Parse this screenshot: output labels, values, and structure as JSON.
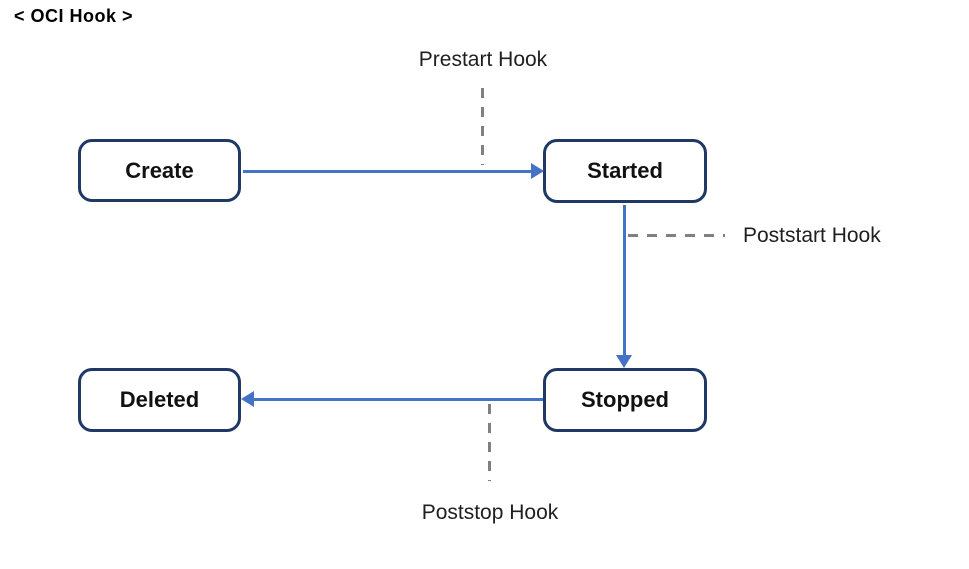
{
  "title": "< OCI Hook >",
  "colors": {
    "arrow": "#4472C4",
    "box_border": "#1F3864",
    "dash": "#808080",
    "text": "#1A1A1A",
    "bg": "#FFFFFF"
  },
  "nodes": [
    {
      "id": "create",
      "label": "Create"
    },
    {
      "id": "started",
      "label": "Started"
    },
    {
      "id": "stopped",
      "label": "Stopped"
    },
    {
      "id": "deleted",
      "label": "Deleted"
    }
  ],
  "hooks": [
    {
      "id": "prestart",
      "label": "Prestart Hook"
    },
    {
      "id": "poststart",
      "label": "Poststart Hook"
    },
    {
      "id": "poststop",
      "label": "Poststop Hook"
    }
  ],
  "edges": [
    {
      "from": "Create",
      "to": "Started",
      "direction": "right"
    },
    {
      "from": "Started",
      "to": "Stopped",
      "direction": "down"
    },
    {
      "from": "Stopped",
      "to": "Deleted",
      "direction": "left"
    }
  ]
}
